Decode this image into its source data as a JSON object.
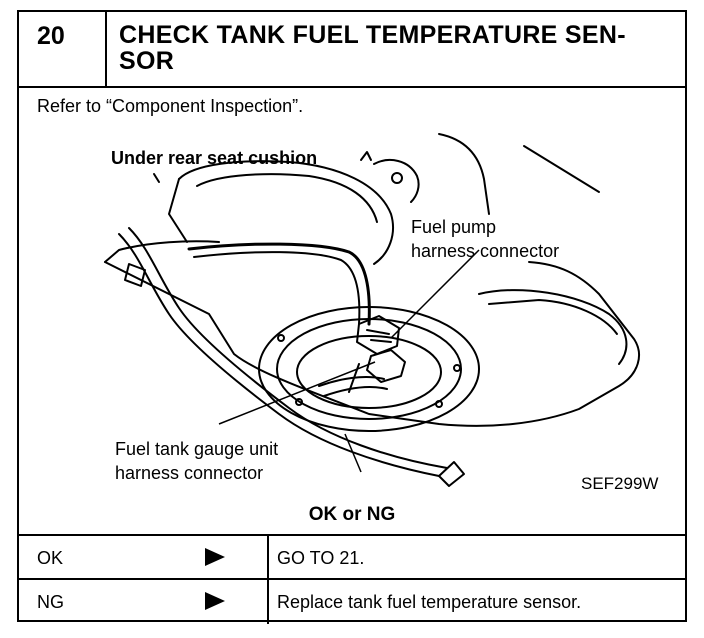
{
  "step": {
    "number": "20",
    "title": "CHECK TANK FUEL TEMPERATURE SEN-\nSOR"
  },
  "instruction": "Refer to “Component Inspection”.",
  "figure": {
    "labels": {
      "under_seat": "Under rear seat cushion",
      "pump_connector_1": "Fuel pump",
      "pump_connector_2": "harness connector",
      "gauge_connector_1": "Fuel tank gauge unit",
      "gauge_connector_2": "harness connector"
    },
    "figure_code": "SEF299W"
  },
  "result_heading": "OK or NG",
  "results": [
    {
      "result": "OK",
      "action": "GO TO 21."
    },
    {
      "result": "NG",
      "action": "Replace tank fuel temperature sensor."
    }
  ]
}
